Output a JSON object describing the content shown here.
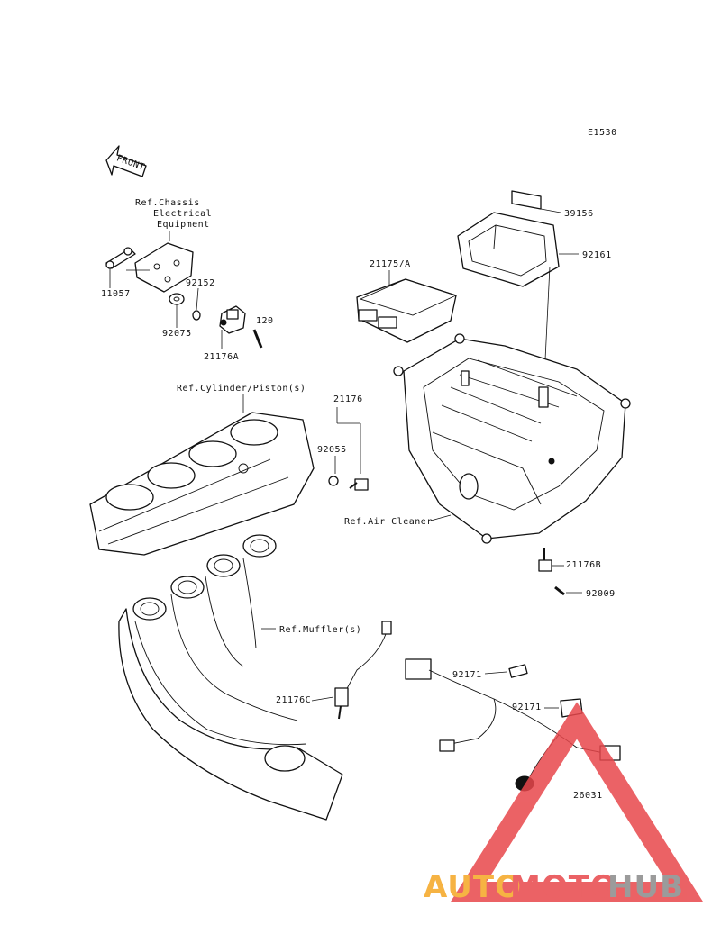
{
  "diagram_code": "E1530",
  "front_label": "FRONT",
  "refs": {
    "chassis_line1": "Ref.Chassis",
    "chassis_line2": "Electrical",
    "chassis_line3": "Equipment",
    "cylinder": "Ref.Cylinder/Piston(s)",
    "air_cleaner": "Ref.Air Cleaner",
    "muffler": "Ref.Muffler(s)"
  },
  "parts": {
    "p39156": "39156",
    "p92161": "92161",
    "p21175A": "21175/A",
    "p11057": "11057",
    "p92152": "92152",
    "p92075": "92075",
    "p120": "120",
    "p21176A": "21176A",
    "p21176": "21176",
    "p92055": "92055",
    "p21176B": "21176B",
    "p92009": "92009",
    "p21176C": "21176C",
    "p92171a": "92171",
    "p92171b": "92171",
    "p26031": "26031"
  },
  "watermark": {
    "part1": "AUTO",
    "part2": "MOTO",
    "part3": "HUB",
    "color1": "#f5a623",
    "color2": "#e8474b",
    "color3": "#8a8a8a"
  }
}
